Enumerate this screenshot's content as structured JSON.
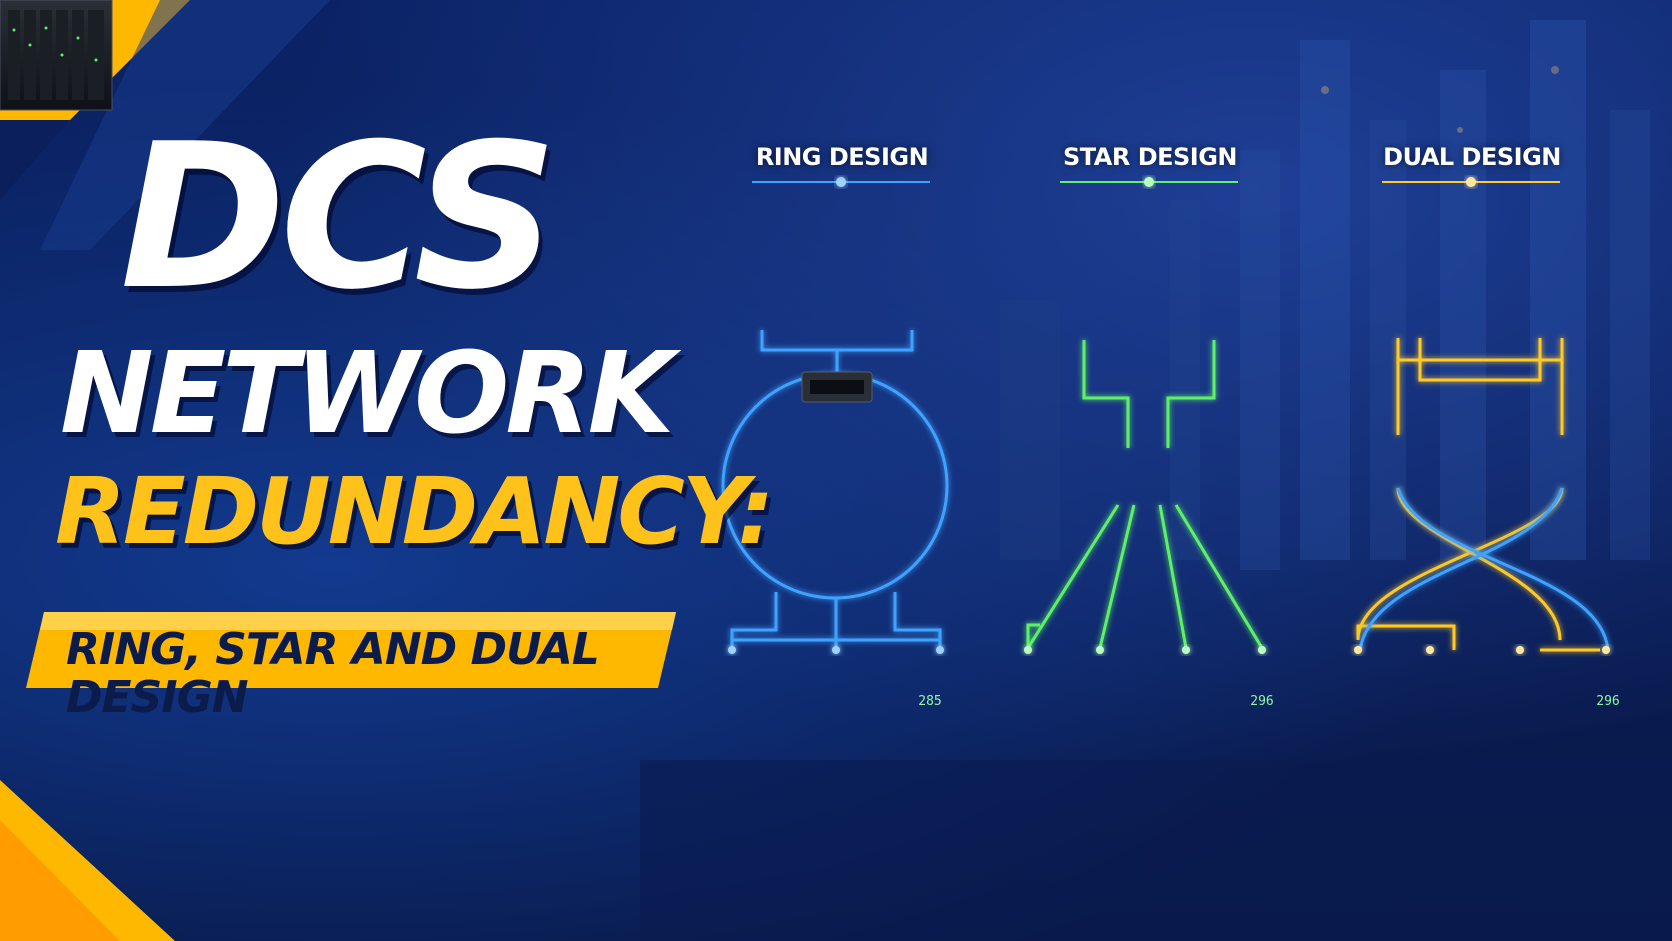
{
  "headline": {
    "line1": "DCS",
    "line2": "NETWORK",
    "line3": "REDUNDANCY:",
    "subtitle": "RING, STAR AND DUAL DESIGN"
  },
  "designs": [
    {
      "label": "RING DESIGN",
      "link_color": "#3fa2ff"
    },
    {
      "label": "STAR DESIGN",
      "link_color": "#5ef06a"
    },
    {
      "label": "DUAL DESIGN",
      "link_color": "#ffc928"
    }
  ],
  "colors": {
    "background": "#0a1f5c",
    "accent_yellow": "#ffc21a",
    "headline_white": "#ffffff",
    "subtitle_text": "#0b1b4a"
  },
  "device_readouts": [
    "285",
    "296",
    "296"
  ]
}
